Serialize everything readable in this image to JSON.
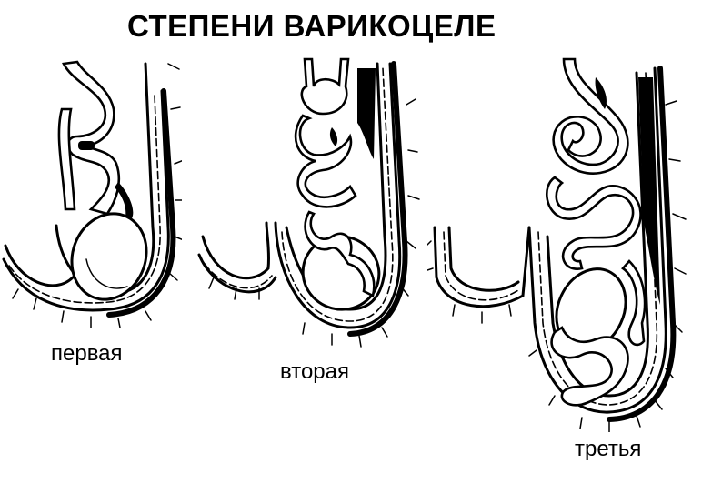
{
  "title": "СТЕПЕНИ ВАРИКОЦЕЛЕ",
  "figures": [
    {
      "id": "grade-1",
      "label": "первая"
    },
    {
      "id": "grade-2",
      "label": "вторая"
    },
    {
      "id": "grade-3",
      "label": "третья"
    }
  ],
  "colors": {
    "ink": "#000000",
    "background": "#ffffff"
  }
}
